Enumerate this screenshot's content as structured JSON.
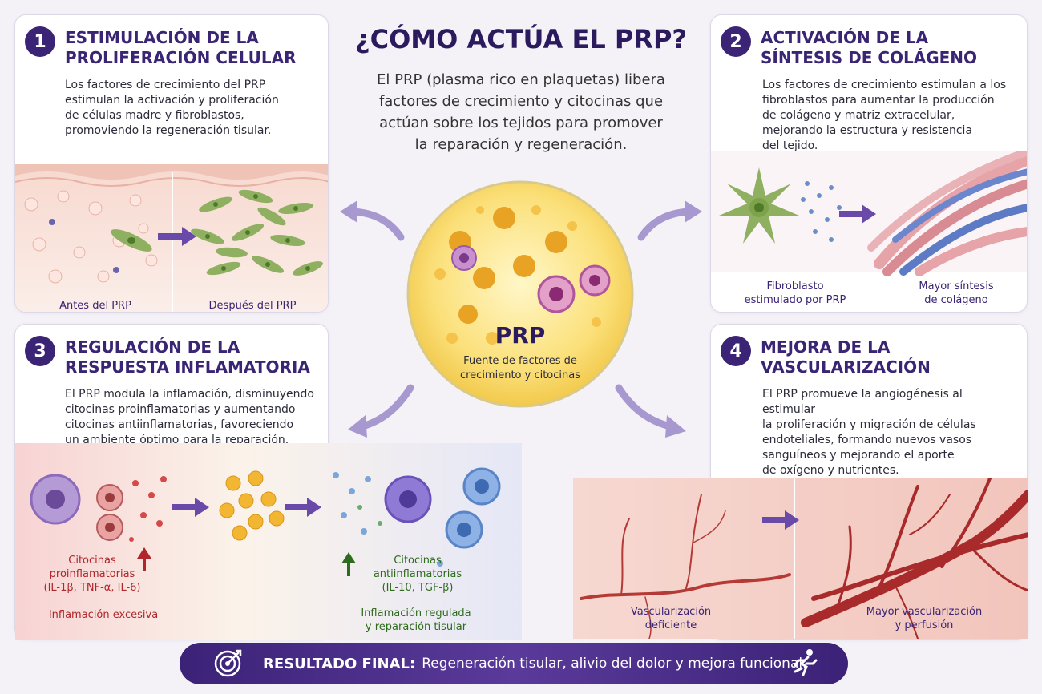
{
  "main": {
    "title": "¿CÓMO ACTÚA EL PRP?",
    "description": "El PRP (plasma rico en plaquetas) libera\nfactores de crecimiento y citocinas que\nactúan sobre los tejidos para promover\nla reparación y regeneración.",
    "prp_label": "PRP",
    "prp_sub": "Fuente de factores de\ncrecimiento y citocinas"
  },
  "cards": [
    {
      "number": "1",
      "title": "ESTIMULACIÓN DE LA\nPROLIFERACIÓN CELULAR",
      "description": "Los factores de crecimiento del PRP\nestimulan la activación y proliferación\nde células madre y fibroblastos,\npromoviendo la regeneración tisular.",
      "captions": [
        "Antes del PRP",
        "Después del PRP"
      ]
    },
    {
      "number": "2",
      "title": "ACTIVACIÓN DE LA\nSÍNTESIS DE COLÁGENO",
      "description": "Los factores de crecimiento estimulan a los\nfibroblastos para aumentar la producción\nde colágeno y matriz extracelular,\nmejorando la estructura y resistencia\ndel tejido.",
      "captions": [
        "Fibroblasto\nestimulado por PRP",
        "Mayor síntesis\nde colágeno"
      ]
    },
    {
      "number": "3",
      "title": "REGULACIÓN DE LA\nRESPUESTA INFLAMATORIA",
      "description": "El PRP modula la inflamación, disminuyendo\ncitocinas proinflamatorias y aumentando\ncitocinas antiinflamatorias, favoreciendo\nun ambiente óptimo para la reparación.",
      "captions": [
        "Citocinas\nproinflamatorias\n(IL-1β, TNF-α, IL-6)",
        "Citocinas\nantiinflamatorias\n(IL-10, TGF-β)",
        "Inflamación excesiva",
        "Inflamación regulada\ny reparación tisular"
      ]
    },
    {
      "number": "4",
      "title": "MEJORA DE LA\nVASCULARIZACIÓN",
      "description": "El PRP promueve la angiogénesis al estimular\nla proliferación y migración de células\nendoteliales, formando nuevos vasos\nsanguíneos y mejorando el aporte\nde oxígeno y nutrientes.",
      "captions": [
        "Vascularización\ndeficiente",
        "Mayor vascularización\ny perfusión"
      ]
    }
  ],
  "result": {
    "label": "RESULTADO FINAL:",
    "text": "Regeneración tisular, alivio del dolor y mejora funcional."
  },
  "icons": {
    "result_left": "target-icon",
    "result_right": "runner-icon"
  },
  "colors": {
    "primary": "#3a2474",
    "red_caption": "#b0262a",
    "green_caption": "#2f6b1e",
    "arrow": "#6a4aa8"
  }
}
